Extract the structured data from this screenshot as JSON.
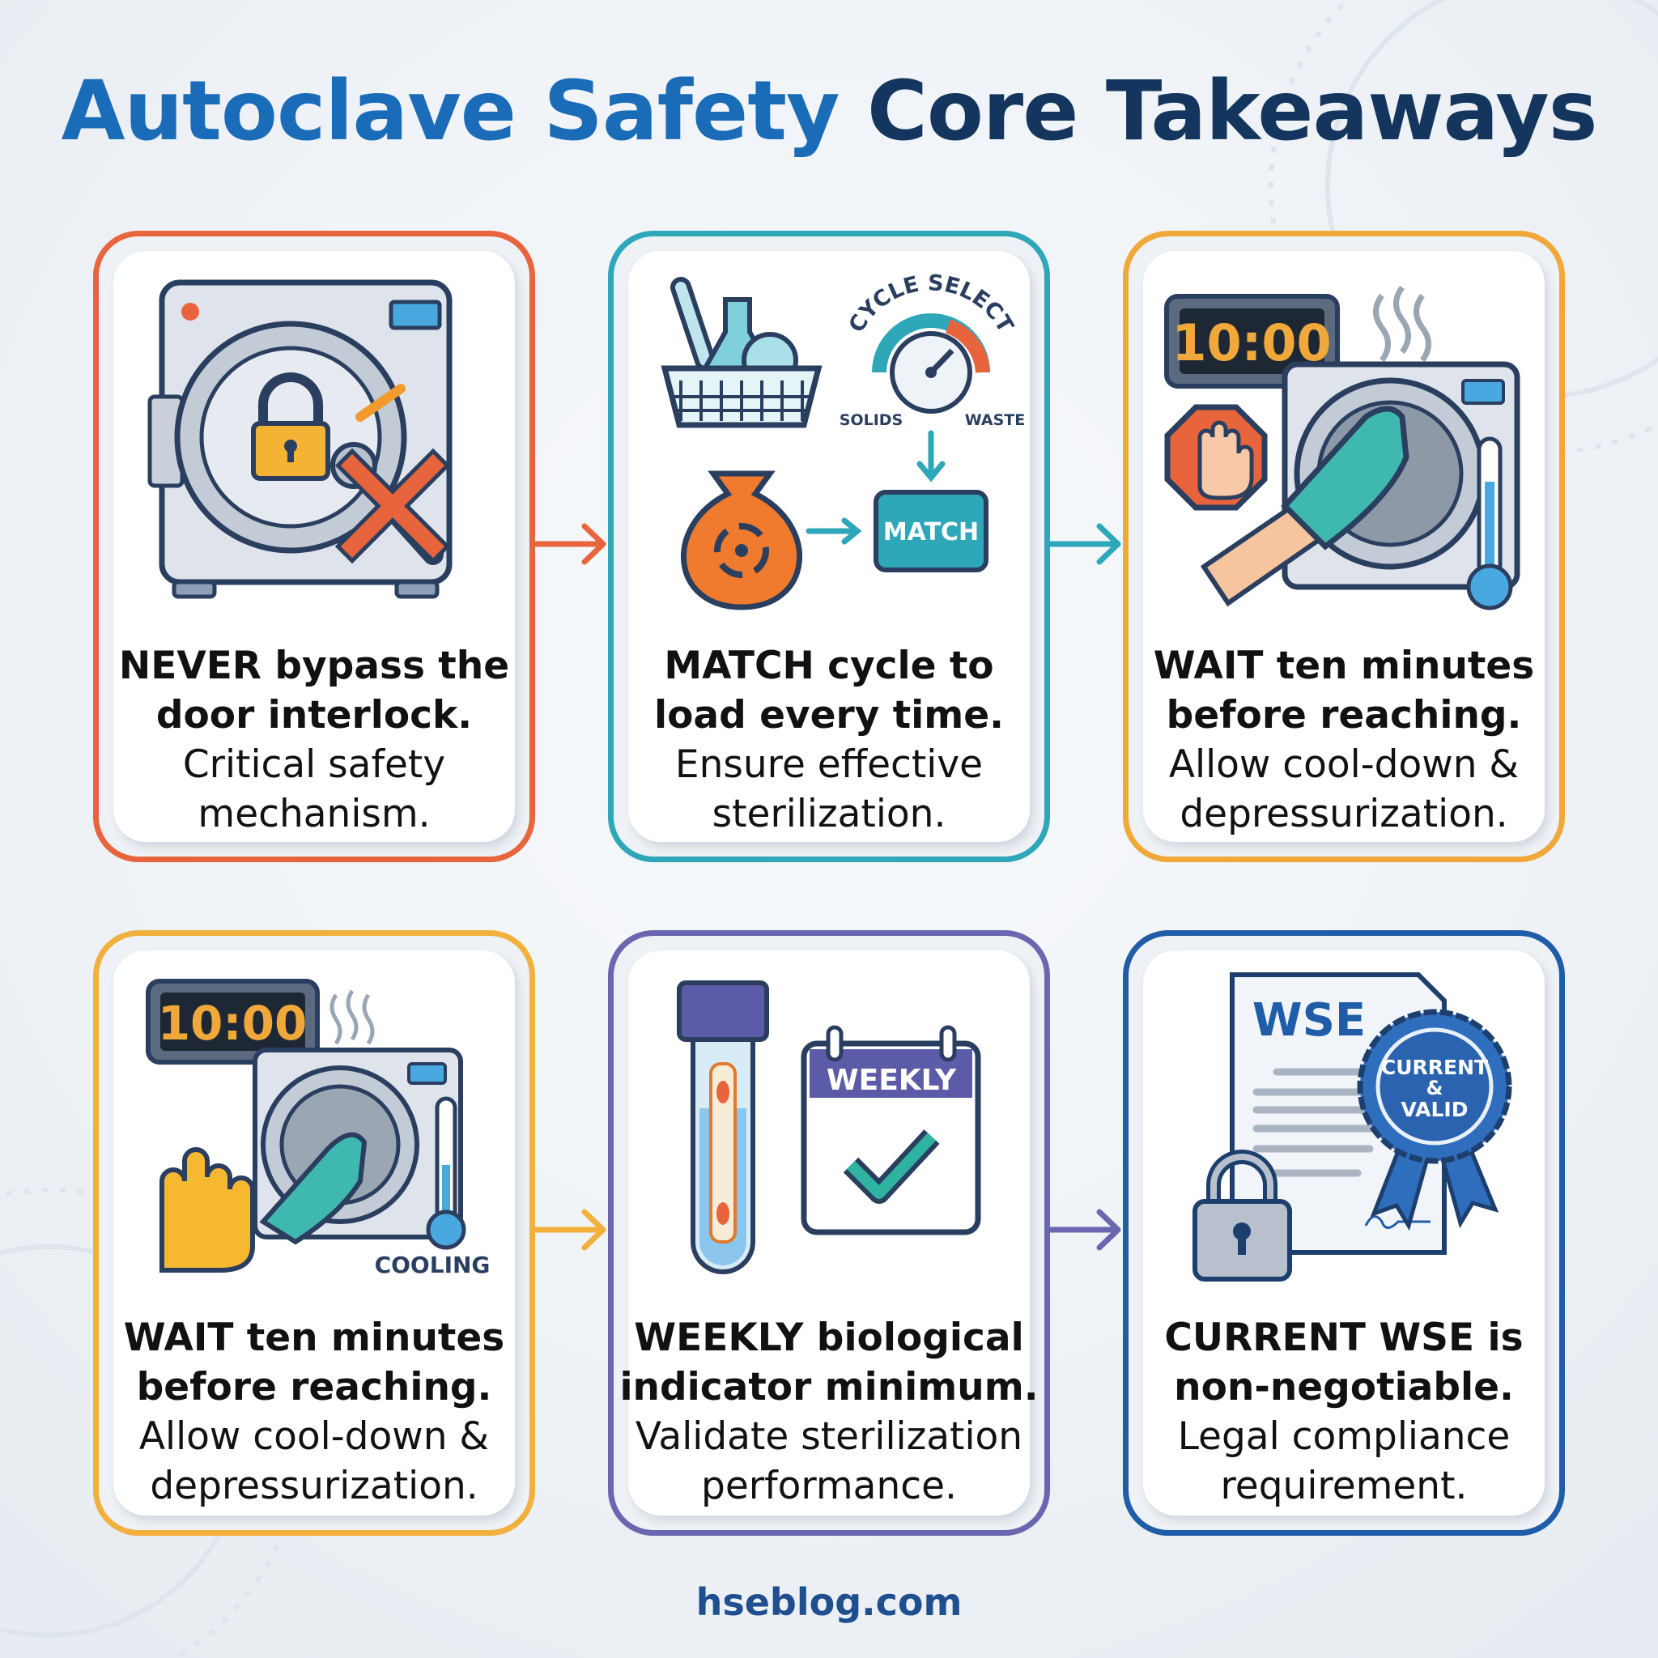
{
  "title": {
    "part1": "Autoclave Safety",
    "part2": "Core Takeaways"
  },
  "colors": {
    "card1": "#e8643c",
    "card2": "#2ea7b8",
    "card3": "#f0a83a",
    "card4": "#f2b03c",
    "card5": "#6a66b0",
    "card6": "#1f5da8",
    "title_blue": "#1b6cb8",
    "title_navy": "#14365e"
  },
  "cards": [
    {
      "headline": [
        "NEVER bypass the",
        "door interlock."
      ],
      "detail": [
        "Critical safety",
        "mechanism."
      ],
      "icons": [
        "autoclave-icon",
        "padlock-icon",
        "wrench-icon",
        "x-mark-icon"
      ]
    },
    {
      "headline": [
        "MATCH cycle to",
        "load every time."
      ],
      "detail": [
        "Ensure effective",
        "sterilization."
      ],
      "labels": {
        "gauge": "CYCLE SELECT",
        "left": "SOLIDS",
        "right": "WASTE",
        "match": "MATCH"
      },
      "icons": [
        "glassware-basket-icon",
        "cycle-gauge-icon",
        "biohazard-bag-icon"
      ]
    },
    {
      "headline": [
        "WAIT ten minutes",
        "before reaching."
      ],
      "detail": [
        "Allow cool-down &",
        "depressurization."
      ],
      "labels": {
        "timer": "10:00"
      },
      "icons": [
        "timer-icon",
        "stop-hand-icon",
        "gloved-hand-icon",
        "thermometer-icon"
      ]
    },
    {
      "headline": [
        "WAIT ten minutes",
        "before reaching."
      ],
      "detail": [
        "Allow cool-down &",
        "depressurization."
      ],
      "labels": {
        "timer": "10:00",
        "status": "COOLING"
      },
      "icons": [
        "timer-icon",
        "raised-hand-icon",
        "gloved-hand-icon",
        "thermometer-icon"
      ]
    },
    {
      "headline": [
        "WEEKLY biological",
        "indicator minimum."
      ],
      "detail": [
        "Validate sterilization",
        "performance."
      ],
      "labels": {
        "calendar": "WEEKLY"
      },
      "icons": [
        "test-tube-icon",
        "calendar-check-icon"
      ]
    },
    {
      "headline": [
        "CURRENT WSE is",
        "non-negotiable."
      ],
      "detail": [
        "Legal compliance",
        "requirement."
      ],
      "labels": {
        "doc": "WSE",
        "badge_line1": "CURRENT",
        "badge_line2": "&",
        "badge_line3": "VALID"
      },
      "icons": [
        "document-icon",
        "award-ribbon-icon",
        "padlock-icon"
      ]
    }
  ],
  "footer": "hseblog.com"
}
